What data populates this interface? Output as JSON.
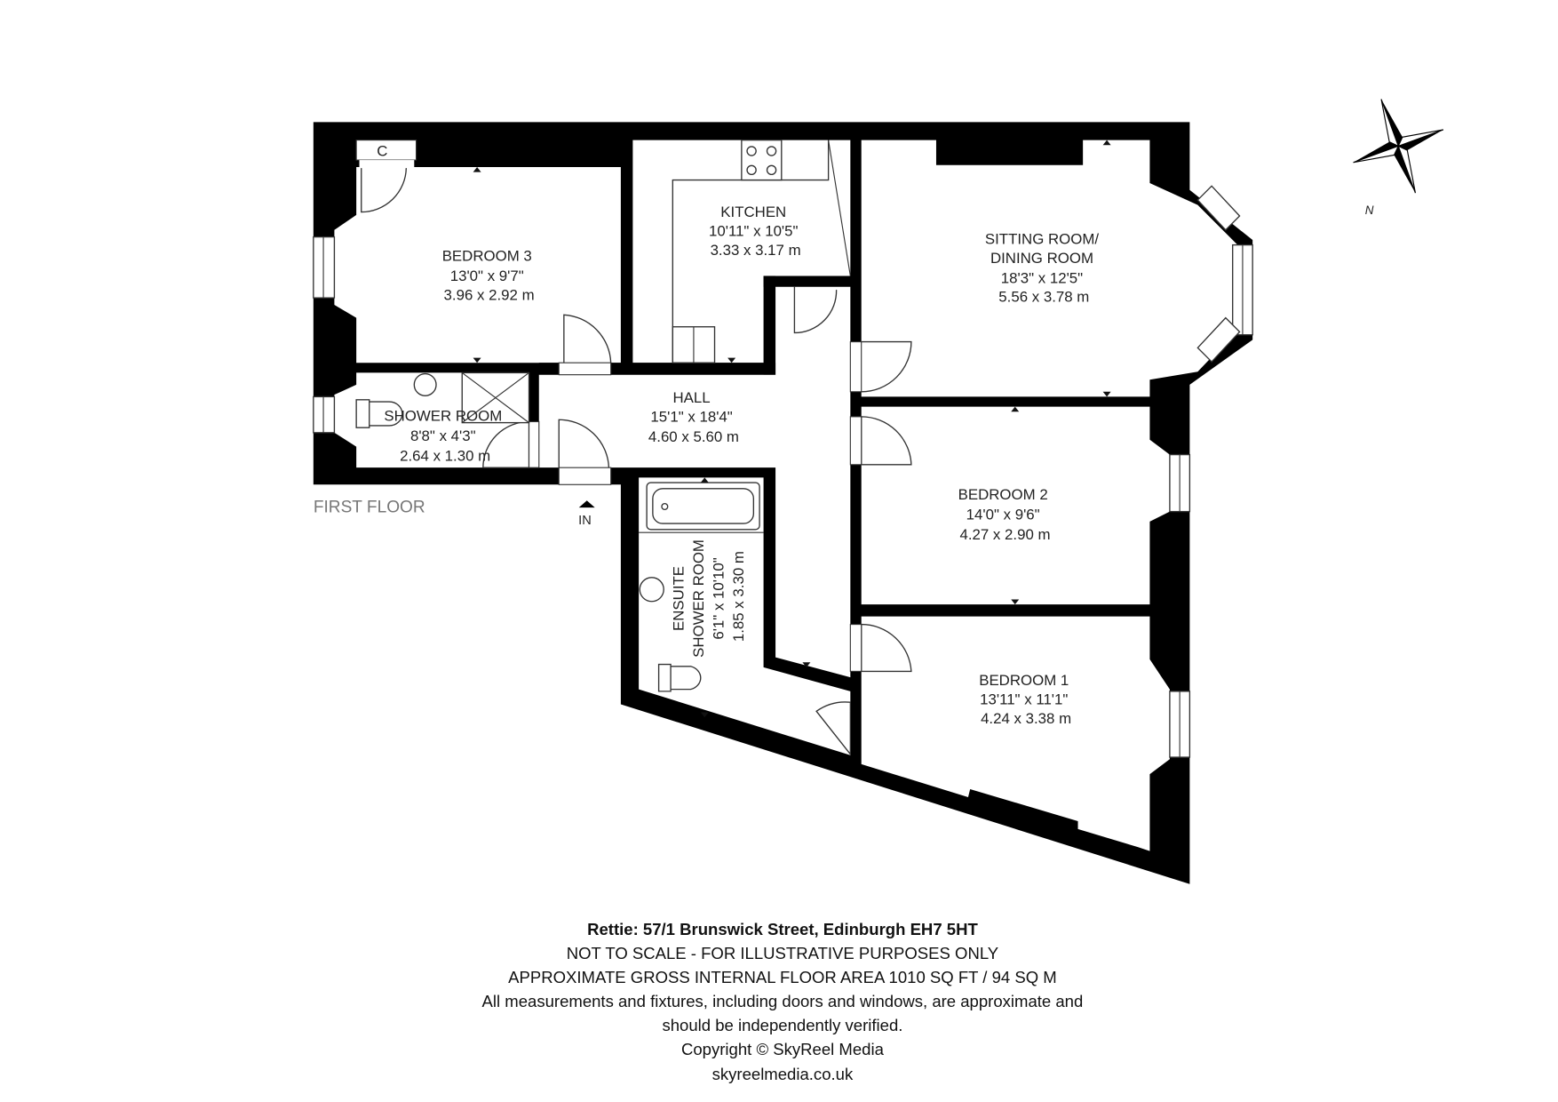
{
  "plan": {
    "floor_label": "FIRST FLOOR",
    "entrance_label": "IN",
    "cupboard_label": "C",
    "compass_label": "N",
    "rooms": [
      {
        "name": "BEDROOM 3",
        "imperial": "13'0\" x 9'7\"",
        "metric": "3.96 x 2.92 m"
      },
      {
        "name": "KITCHEN",
        "imperial": "10'11\" x 10'5\"",
        "metric": "3.33 x 3.17 m"
      },
      {
        "name": "SITTING ROOM/",
        "name2": "DINING ROOM",
        "imperial": "18'3\" x 12'5\"",
        "metric": "5.56 x 3.78 m"
      },
      {
        "name": "HALL",
        "imperial": "15'1\" x 18'4\"",
        "metric": "4.60 x 5.60 m"
      },
      {
        "name": "SHOWER ROOM",
        "imperial": "8'8\" x 4'3\"",
        "metric": "2.64 x 1.30 m"
      },
      {
        "name": "BEDROOM 2",
        "imperial": "14'0\" x 9'6\"",
        "metric": "4.27 x 2.90 m"
      },
      {
        "name": "BEDROOM 1",
        "imperial": "13'11\" x 11'1\"",
        "metric": "4.24 x 3.38 m"
      },
      {
        "name": "ENSUITE",
        "name2": "SHOWER ROOM",
        "imperial": "6'1\" x 10'10\"",
        "metric": "1.85 x 3.30 m"
      }
    ]
  },
  "footer": {
    "title": "Rettie: 57/1 Brunswick Street, Edinburgh EH7 5HT",
    "scale_note": "NOT TO SCALE - FOR ILLUSTRATIVE PURPOSES ONLY",
    "area": "APPROXIMATE GROSS INTERNAL FLOOR AREA 1010 SQ FT / 94 SQ M",
    "disclaimer_1": "All measurements and fixtures, including doors and windows, are approximate and",
    "disclaimer_2": "should be independently verified.",
    "copyright": "Copyright © SkyReel Media",
    "website": "skyreelmedia.co.uk"
  }
}
